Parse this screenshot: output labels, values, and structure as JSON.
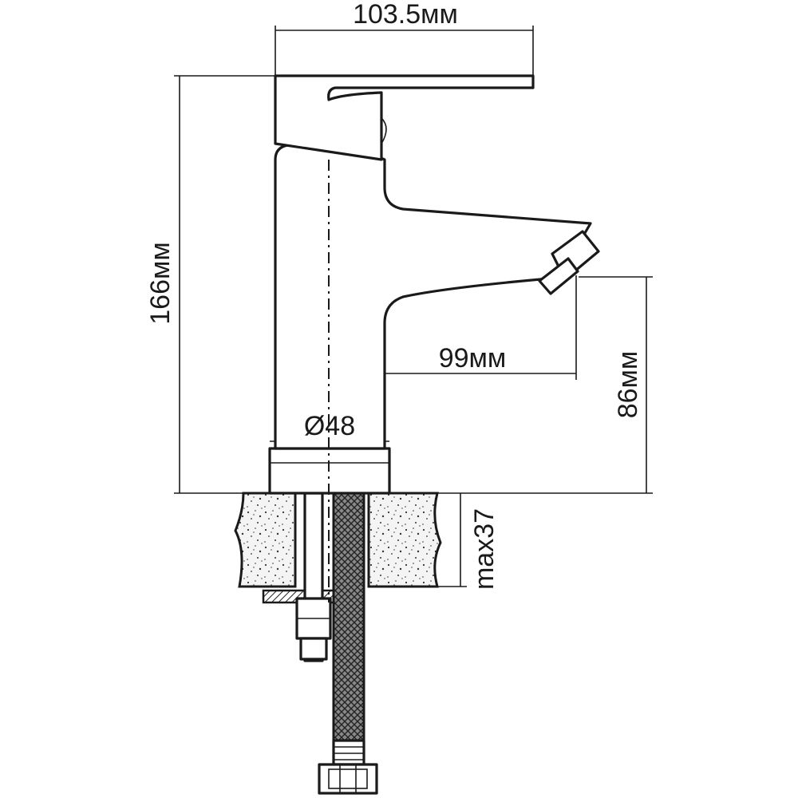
{
  "drawing": {
    "subject": "single-lever basin mixer",
    "dimensions": {
      "overall_width": "103.5мм",
      "overall_height": "166мм",
      "spout_reach": "99мм",
      "spout_height": "86мм",
      "base_diameter": "Ø48",
      "max_counter_thickness": "max37"
    },
    "colors": {
      "line": "#1a1a1a",
      "background": "#ffffff",
      "stone_fill": "#f4f4f4"
    }
  }
}
